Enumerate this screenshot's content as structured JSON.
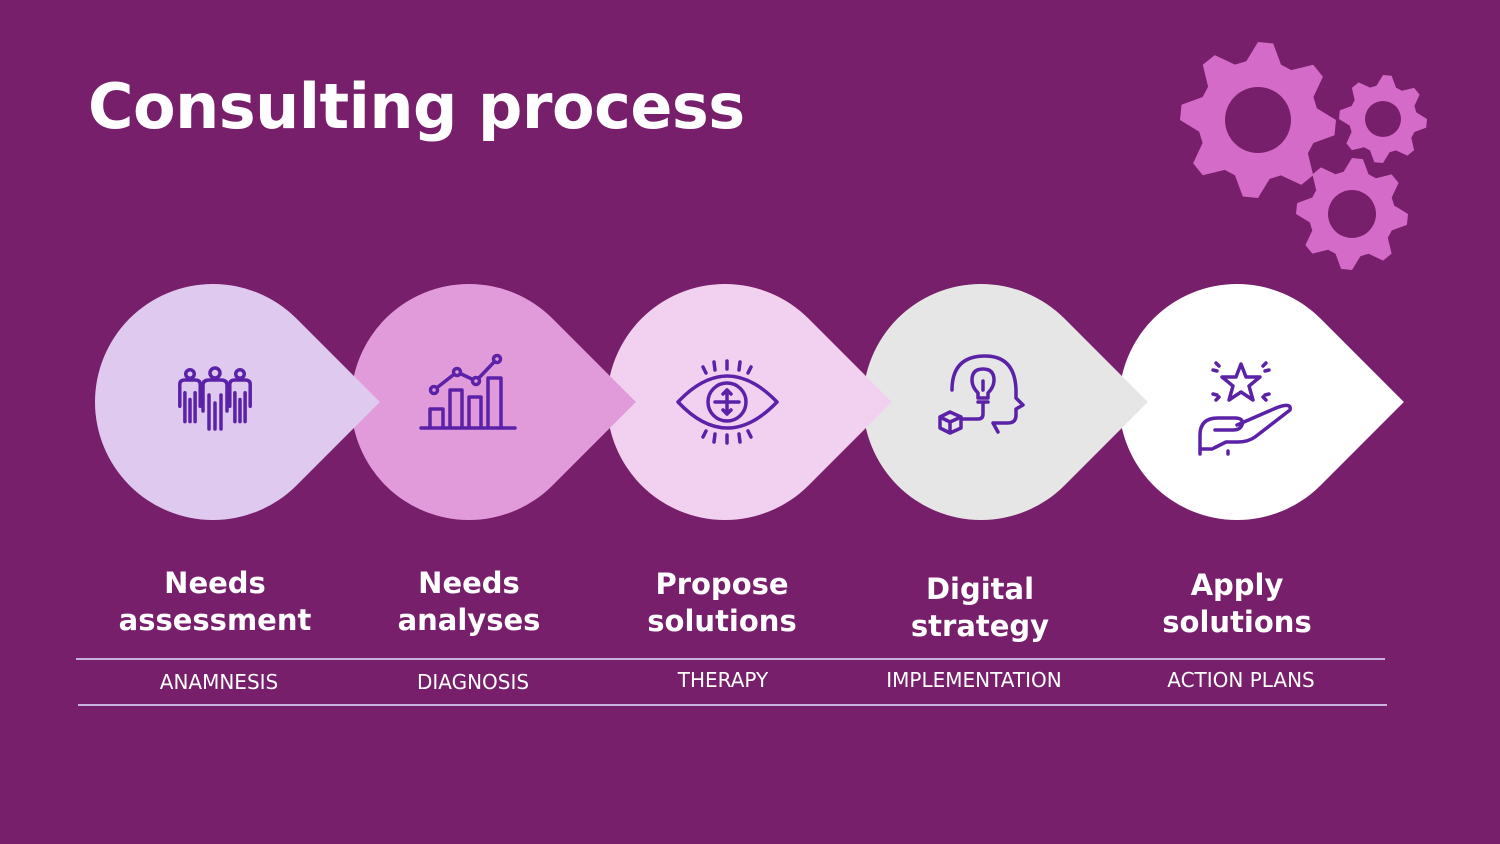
{
  "title": "Consulting process",
  "colors": {
    "background": "#781f6b",
    "icon": "#5b22a8",
    "gear": "#d56bc8",
    "rule": "#c7b4de"
  },
  "steps": [
    {
      "title": "Needs assessment",
      "subtitle": "ANAMNESIS",
      "fill": "#dfc9ef",
      "icon": "team-icon"
    },
    {
      "title": "Needs analyses",
      "subtitle": "DIAGNOSIS",
      "fill": "#e29bda",
      "icon": "bar-chart-icon"
    },
    {
      "title": "Propose solutions",
      "subtitle": "THERAPY",
      "fill": "#f2d0ef",
      "icon": "eye-icon"
    },
    {
      "title": "Digital strategy",
      "subtitle": "IMPLEMENTATION",
      "fill": "#e6e6e6",
      "icon": "head-lightbulb-icon"
    },
    {
      "title": "Apply solutions",
      "subtitle": "ACTION PLANS",
      "fill": "#ffffff",
      "icon": "hand-star-icon"
    }
  ]
}
